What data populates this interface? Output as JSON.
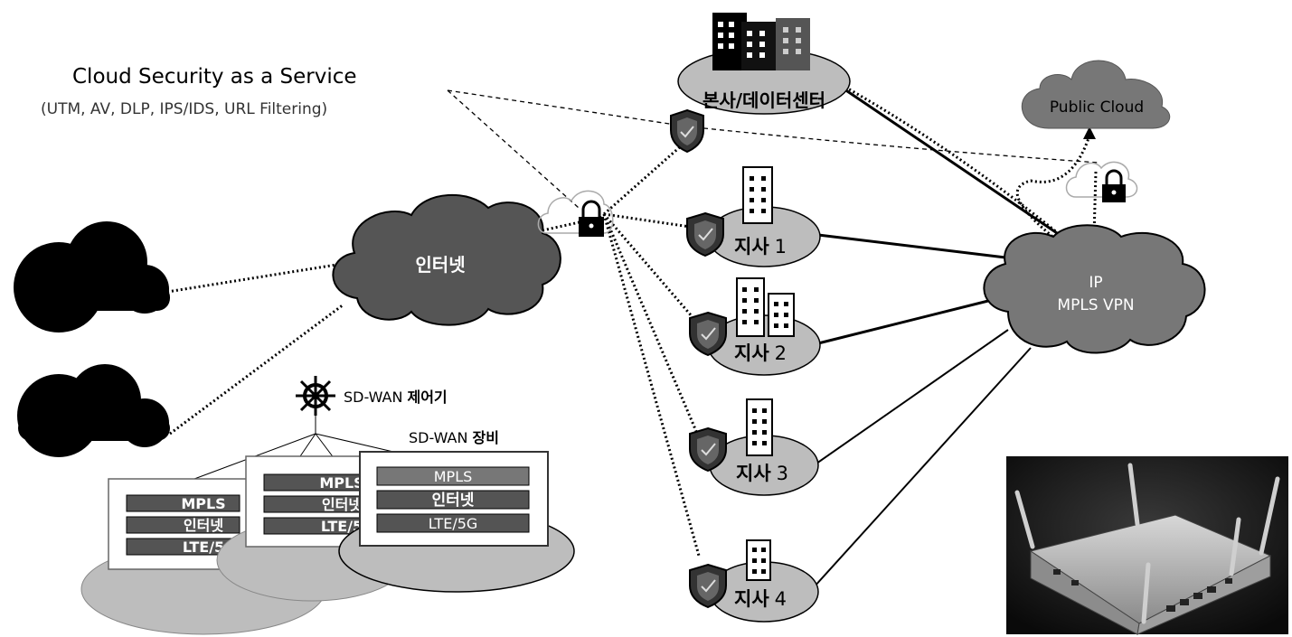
{
  "service": {
    "title": "Cloud Security as a Service",
    "subtitle": "(UTM, AV, DLP, IPS/IDS, URL Filtering)"
  },
  "hq": {
    "label": "본사/데이터센터"
  },
  "public_cloud": {
    "label": "Public Cloud"
  },
  "internet": {
    "label": "인터넷"
  },
  "mpls_vpn": {
    "line1": "IP",
    "line2": "MPLS VPN"
  },
  "branches": [
    {
      "prefix": "지사",
      "num": "1"
    },
    {
      "prefix": "지사",
      "num": "2"
    },
    {
      "prefix": "지사",
      "num": "3"
    },
    {
      "prefix": "지사",
      "num": "4"
    }
  ],
  "controller": {
    "prefix": "SD-WAN",
    "suffix": "제어기"
  },
  "device_label": {
    "prefix": "SD-WAN",
    "suffix": "장비"
  },
  "device_cards": [
    {
      "rows": [
        "MPLS",
        "인터넷",
        "LTE/5"
      ]
    },
    {
      "rows": [
        "MPLS",
        "인터넷",
        "LTE/5"
      ]
    },
    {
      "rows": [
        "MPLS",
        "인터넷",
        "LTE/5G"
      ]
    }
  ],
  "colors": {
    "cloud_dark": "#555555",
    "cloud_black": "#000000",
    "ellipse": "#bdbdbd",
    "row_fill": "#545454",
    "row_text": "#ffffff"
  }
}
